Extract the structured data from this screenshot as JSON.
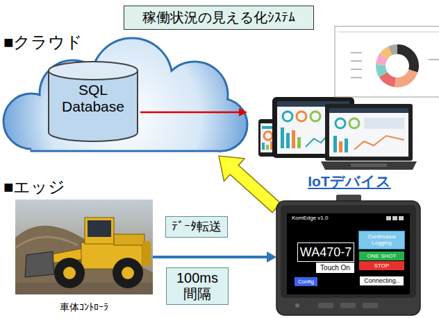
{
  "diagram": {
    "title": "稼働状況の見える化ｼｽﾃﾑ",
    "nodes": [
      {
        "text": [
          "■クラウド"
        ]
      },
      {
        "text": [
          "SQL Database"
        ],
        "in": 0
      },
      {
        "text": [
          "車体ｺﾝﾄﾛｰﾗ"
        ]
      },
      {
        "text": [
          "ﾃﾞｰﾀ転送"
        ]
      },
      {
        "text": [
          "100ms 間隔"
        ]
      },
      {
        "text": [
          "IoTデバイス",
          "KomEdge v1.0"
        ]
      },
      {
        "text": [
          "WA470-7"
        ],
        "in": 5
      },
      {
        "text": [
          "Touch On"
        ],
        "in": 5
      },
      {
        "text": [
          "Continuous Logging"
        ],
        "in": 5
      },
      {
        "text": [
          "ONE SHOT"
        ],
        "in": 5
      },
      {
        "text": [
          "STOP"
        ],
        "in": 5
      },
      {
        "text": [
          "Config"
        ],
        "in": 5
      },
      {
        "text": [
          "Connecting.."
        ],
        "in": 5
      }
    ],
    "edges": [
      {
        "from": 2,
        "to": 5,
        "arrow": "to"
      },
      {
        "from": 5,
        "to": 0,
        "arrow": "to"
      }
    ],
    "labels": [
      "■エッジ"
    ]
  }
}
